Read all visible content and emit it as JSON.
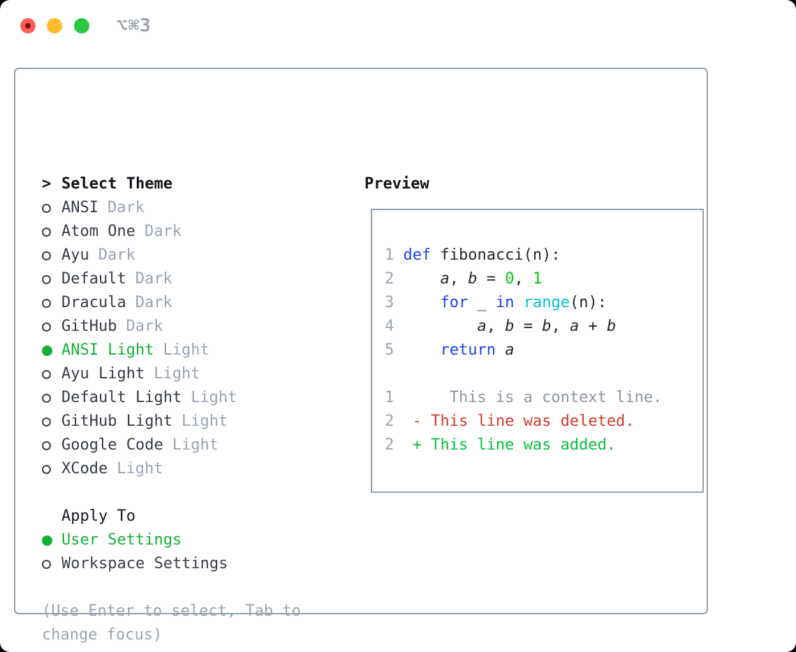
{
  "window": {
    "title": "⌥⌘3",
    "traffic_lights": [
      "close",
      "minimize",
      "zoom"
    ]
  },
  "colors": {
    "kw": "#1a43e8",
    "fg": "#22262c",
    "num": "#08c014",
    "fn": "#00bfd4",
    "ctx": "#8e959e",
    "del": "#d23b2a",
    "add": "#08c03a",
    "selection_green": "#14b035",
    "muted_gray": "#9aa3b0",
    "line_number_gray": "#9aa3af",
    "border_gray": "#949fae",
    "traffic_red": "#ff5f57",
    "traffic_yellow": "#febc2e",
    "traffic_green": "#28c840"
  },
  "theme_panel": {
    "marker": ">",
    "title": "Select Theme",
    "themes": [
      {
        "name": "ANSI",
        "variant": "Dark",
        "selected": false
      },
      {
        "name": "Atom One",
        "variant": "Dark",
        "selected": false
      },
      {
        "name": "Ayu",
        "variant": "Dark",
        "selected": false
      },
      {
        "name": "Default",
        "variant": "Dark",
        "selected": false
      },
      {
        "name": "Dracula",
        "variant": "Dark",
        "selected": false
      },
      {
        "name": "GitHub",
        "variant": "Dark",
        "selected": false
      },
      {
        "name": "ANSI Light",
        "variant": "Light",
        "selected": true
      },
      {
        "name": "Ayu Light",
        "variant": "Light",
        "selected": false
      },
      {
        "name": "Default Light",
        "variant": "Light",
        "selected": false
      },
      {
        "name": "GitHub Light",
        "variant": "Light",
        "selected": false
      },
      {
        "name": "Google Code",
        "variant": "Light",
        "selected": false
      },
      {
        "name": "XCode",
        "variant": "Light",
        "selected": false
      }
    ],
    "apply_to": {
      "title": "Apply To",
      "options": [
        {
          "name": "User Settings",
          "selected": true
        },
        {
          "name": "Workspace Settings",
          "selected": false
        }
      ]
    },
    "hint": "(Use Enter to select, Tab to change focus)"
  },
  "preview": {
    "title": "Preview",
    "lines": [
      {
        "no": "1",
        "tokens": [
          {
            "t": "def ",
            "c": "kw"
          },
          {
            "t": "fibonacci(n):",
            "c": "fg"
          }
        ]
      },
      {
        "no": "2",
        "tokens": [
          {
            "t": "    ",
            "c": "fg"
          },
          {
            "t": "a",
            "c": "fg",
            "i": true
          },
          {
            "t": ", ",
            "c": "fg"
          },
          {
            "t": "b",
            "c": "fg",
            "i": true
          },
          {
            "t": " = ",
            "c": "fg"
          },
          {
            "t": "0",
            "c": "num"
          },
          {
            "t": ", ",
            "c": "fg"
          },
          {
            "t": "1",
            "c": "num"
          }
        ]
      },
      {
        "no": "3",
        "tokens": [
          {
            "t": "    ",
            "c": "fg"
          },
          {
            "t": "for",
            "c": "kw"
          },
          {
            "t": " _ ",
            "c": "fg"
          },
          {
            "t": "in",
            "c": "kw"
          },
          {
            "t": " ",
            "c": "fg"
          },
          {
            "t": "range",
            "c": "fn"
          },
          {
            "t": "(n):",
            "c": "fg"
          }
        ]
      },
      {
        "no": "4",
        "tokens": [
          {
            "t": "        ",
            "c": "fg"
          },
          {
            "t": "a",
            "c": "fg",
            "i": true
          },
          {
            "t": ", ",
            "c": "fg"
          },
          {
            "t": "b",
            "c": "fg",
            "i": true
          },
          {
            "t": " = ",
            "c": "fg"
          },
          {
            "t": "b",
            "c": "fg",
            "i": true
          },
          {
            "t": ", ",
            "c": "fg"
          },
          {
            "t": "a",
            "c": "fg",
            "i": true
          },
          {
            "t": " + ",
            "c": "fg"
          },
          {
            "t": "b",
            "c": "fg",
            "i": true
          }
        ]
      },
      {
        "no": "5",
        "tokens": [
          {
            "t": "    ",
            "c": "fg"
          },
          {
            "t": "return",
            "c": "kw"
          },
          {
            "t": " ",
            "c": "fg"
          },
          {
            "t": "a",
            "c": "fg",
            "i": true
          }
        ]
      },
      {
        "no": "",
        "tokens": []
      },
      {
        "no": "1",
        "tokens": [
          {
            "t": "     This is a context line.",
            "c": "ctx"
          }
        ]
      },
      {
        "no": "2",
        "tokens": [
          {
            "t": " - This line was deleted.",
            "c": "del"
          }
        ]
      },
      {
        "no": "2",
        "tokens": [
          {
            "t": " + This line was added.",
            "c": "add"
          }
        ]
      }
    ]
  }
}
